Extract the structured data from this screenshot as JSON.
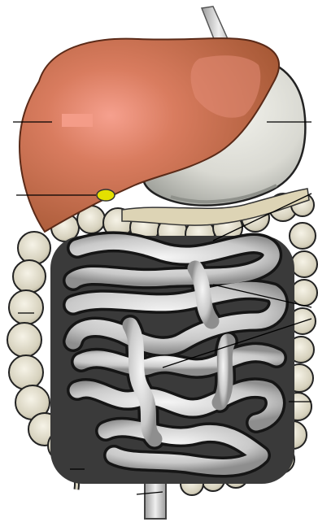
{
  "diagram": {
    "type": "unlabeled anatomy worksheet (digestive system)",
    "organs": [
      {
        "id": "esophagus",
        "pointer_line": false
      },
      {
        "id": "liver",
        "pointer_line": true
      },
      {
        "id": "gallbladder",
        "pointer_line": true
      },
      {
        "id": "stomach",
        "pointer_line": true
      },
      {
        "id": "pancreas",
        "pointer_line": true
      },
      {
        "id": "small-intestine",
        "pointer_line": true
      },
      {
        "id": "large-intestine",
        "pointer_line": true
      },
      {
        "id": "appendix",
        "pointer_line": true
      },
      {
        "id": "rectum",
        "pointer_line": true
      }
    ],
    "colors": {
      "liver": "#a85a37",
      "liver_highlight": "#f0988a",
      "stomach": "#d9d9d2",
      "stomach_shadow": "#a5a6a0",
      "intestine": "#c8c8c8",
      "intestine_outline": "#1a1a1a",
      "colon": "#cfcab6",
      "gallbladder": "#e4e000",
      "background": "#ffffff",
      "pointer_line": "#000000"
    }
  }
}
